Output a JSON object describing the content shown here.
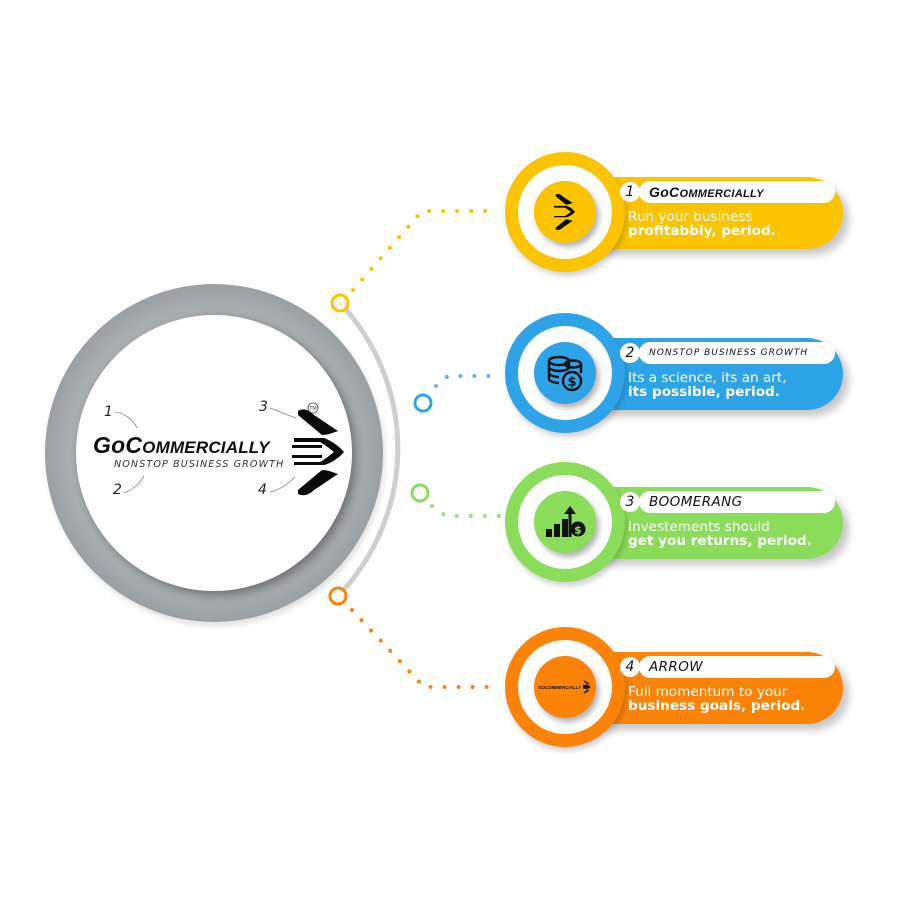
{
  "colors": {
    "yellow": "#fbc400",
    "blue": "#2ea3e8",
    "green": "#8bdc5a",
    "orange": "#fb8308",
    "hub_ring": "#a6abae",
    "arc": "#cfcfcf"
  },
  "hub": {
    "logo_go": "Go",
    "logo_c": "C",
    "logo_rest": "OMMERCIALLY",
    "tagline": "NONSTOP BUSINESS GROWTH",
    "trademark": "TM",
    "annotations": [
      "1",
      "2",
      "3",
      "4"
    ]
  },
  "cards": [
    {
      "number": "1",
      "title_go": "Go",
      "title_c": "C",
      "title_rest": "OMMERCIALLY",
      "line1": "Run your business",
      "line2": "profitabbly, period.",
      "icon": "boomerang-arrow-icon",
      "color": "#fbc400"
    },
    {
      "number": "2",
      "title": "NONSTOP BUSINESS GROWTH",
      "line1": "Its a science, its an art,",
      "line2": "its possible, period.",
      "icon": "coins-dollar-icon",
      "color": "#2ea3e8"
    },
    {
      "number": "3",
      "title": "BOOMERANG",
      "line1": "Investements should",
      "line2": "get you returns, period.",
      "icon": "growth-chart-dollar-icon",
      "color": "#8bdc5a"
    },
    {
      "number": "4",
      "title": "ARROW",
      "line1": "Full momentum to your",
      "line2": "business goals, period.",
      "icon": "gocommercially-logo-icon",
      "icon_text": "GOCOMMERCIALLY",
      "color": "#fb8308"
    }
  ]
}
